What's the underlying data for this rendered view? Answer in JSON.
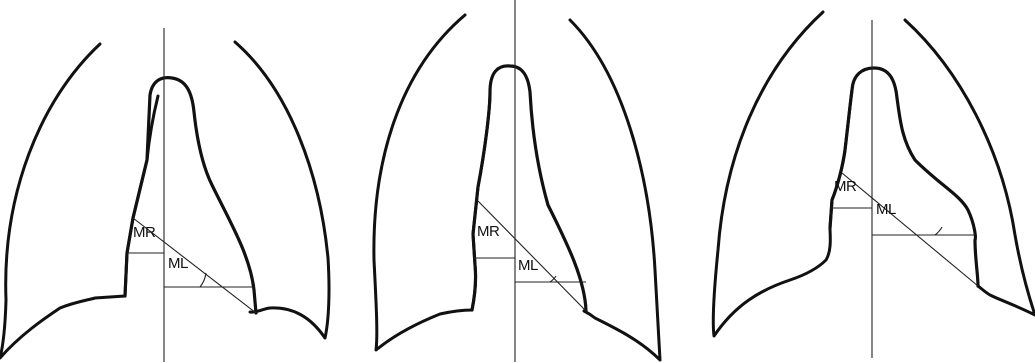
{
  "panels": [
    {
      "mr_label": "MR",
      "ml_label": "ML"
    },
    {
      "mr_label": "MR",
      "ml_label": "ML"
    },
    {
      "mr_label": "MR",
      "ml_label": "ML"
    }
  ]
}
